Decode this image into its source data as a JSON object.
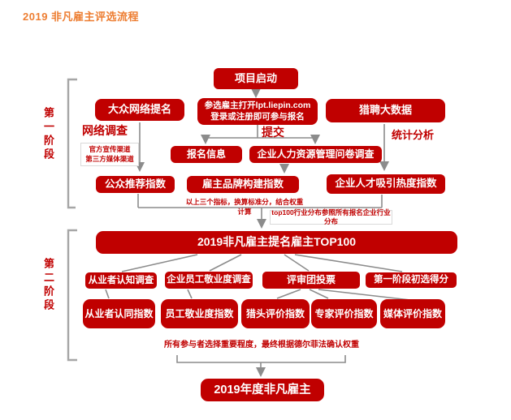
{
  "title": "2019 非凡雇主评选流程",
  "phase1": {
    "label": "第一阶段",
    "nodes": {
      "project_start": "项目启动",
      "register": "参选雇主打开lpt.liepin.com\n登录或注册即可参与报名",
      "public_nomination": "大众网络提名",
      "liepin_bigdata": "猎聘大数据",
      "registration_info": "报名信息",
      "hr_questionnaire": "企业人力资源管理问卷调查",
      "public_recommend_index": "公众推荐指数",
      "employer_brand_index": "雇主品牌构建指数",
      "talent_attraction_index": "企业人才吸引热度指数"
    },
    "labels": {
      "submit": "提交",
      "network_survey": "网络调查",
      "stat_analysis": "统计分析"
    },
    "notes": {
      "channels": "官方宣传渠道\n第三方媒体渠道",
      "weight": "以上三个指标，换算标准分，结合权重计算",
      "top100_rule": "top100行业分布参照所有报名企业行业分布"
    }
  },
  "phase2": {
    "label": "第二阶段",
    "nodes": {
      "top100": "2019非凡雇主提名雇主TOP100",
      "practitioner_survey": "从业者认知调查",
      "employee_engagement_survey": "企业员工敬业度调查",
      "jury_vote": "评审团投票",
      "phase1_score": "第一阶段初选得分",
      "practitioner_index": "从业者认同指数",
      "engagement_index": "员工敬业度指数",
      "headhunter_index": "猎头评价指数",
      "expert_index": "专家评价指数",
      "media_index": "媒体评价指数"
    },
    "notes": {
      "delphi": "所有参与者选择重要程度，最终根据德尔菲法确认权重"
    }
  },
  "result": {
    "final": "2019年度非凡雇主"
  },
  "colors": {
    "box_red": "#C00000",
    "title_orange": "#ED7D31",
    "line_gray": "#8C8C8C",
    "bracket_gray": "#A6A6A6"
  }
}
